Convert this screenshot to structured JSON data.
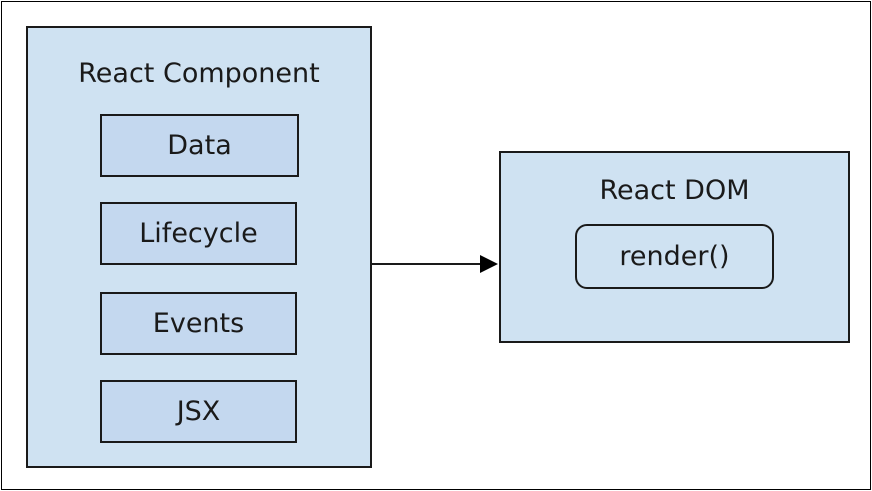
{
  "component": {
    "title": "React Component",
    "items": [
      "Data",
      "Lifecycle",
      "Events",
      "JSX"
    ]
  },
  "dom": {
    "title": "React DOM",
    "method": "render()"
  },
  "colors": {
    "box_fill": "#cfe2f2",
    "item_fill": "#c4d8ef",
    "stroke": "#1a1a1a"
  }
}
